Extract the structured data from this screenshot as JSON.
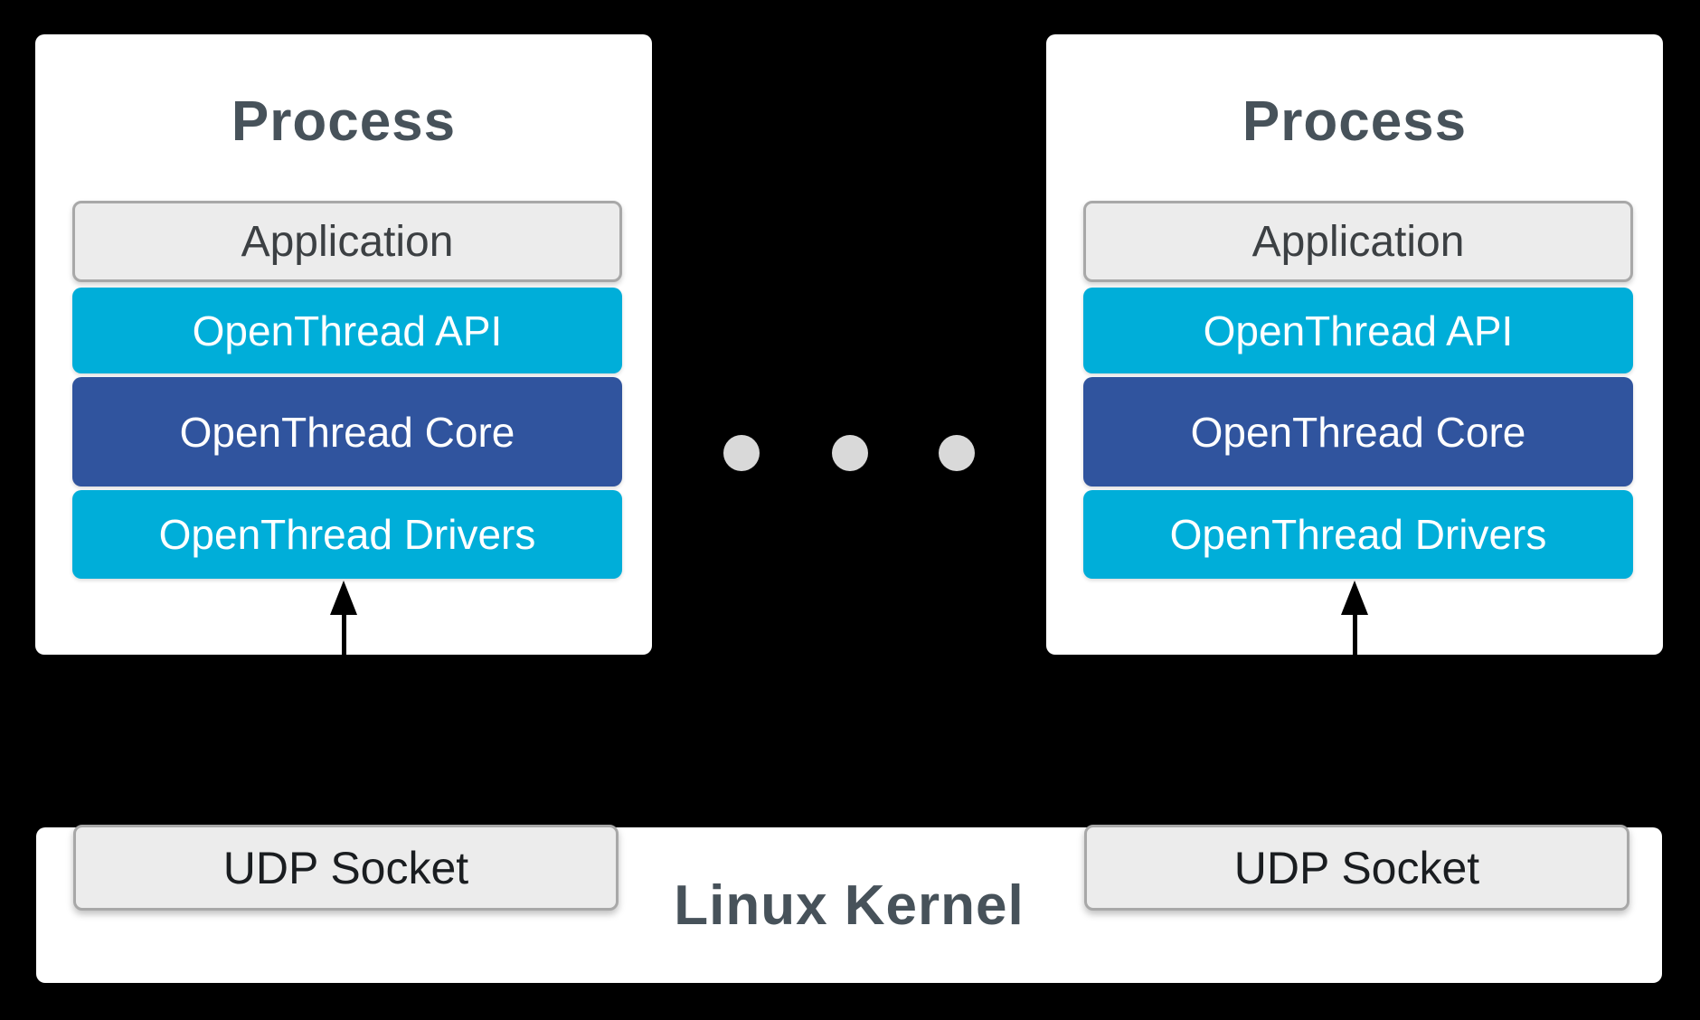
{
  "processes": [
    {
      "title": "Process",
      "layers": [
        {
          "label": "Application"
        },
        {
          "label": "OpenThread API"
        },
        {
          "label": "OpenThread Core"
        },
        {
          "label": "OpenThread Drivers"
        }
      ],
      "arrow": "up-arrow-into-drivers"
    },
    {
      "title": "Process",
      "layers": [
        {
          "label": "Application"
        },
        {
          "label": "OpenThread API"
        },
        {
          "label": "OpenThread Core"
        },
        {
          "label": "OpenThread Drivers"
        }
      ],
      "arrow": "up-arrow-into-drivers"
    }
  ],
  "ellipsis": {
    "dot_count": 3
  },
  "kernel": {
    "label": "Linux Kernel",
    "sockets": [
      "UDP Socket",
      "UDP Socket"
    ]
  },
  "colors": {
    "background": "#000000",
    "process_box": "#FFFFFF",
    "layer_cyan": "#00AED9",
    "layer_core_blue": "#30549E",
    "layer_gray_fill": "#ECECEC",
    "gray_border": "#A8A8A8",
    "title_text": "#47525A",
    "layer_text_light": "#FFFFFF",
    "application_text": "#3C4043",
    "dot_gray": "#D9D9D9",
    "arrow_black": "#000000"
  }
}
